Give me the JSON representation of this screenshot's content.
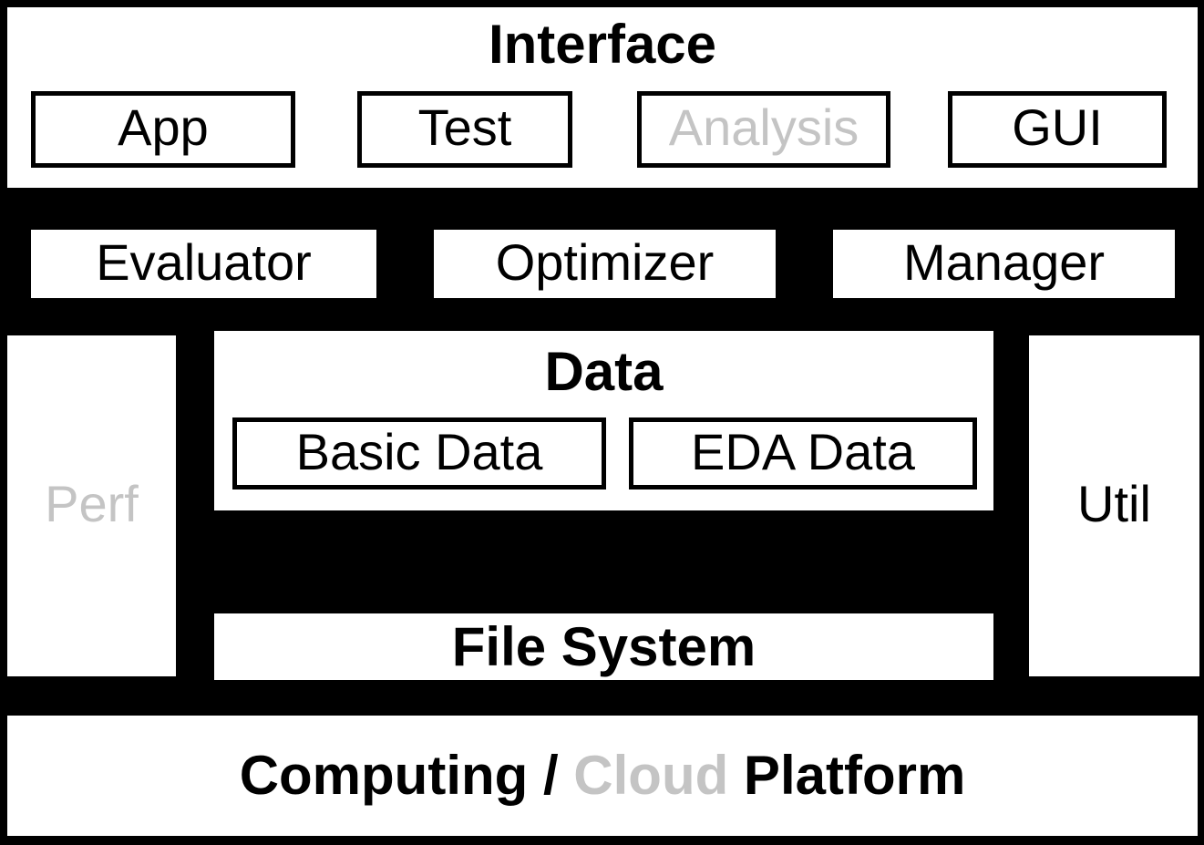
{
  "colors": {
    "background": "#000000",
    "panel_fill": "#ffffff",
    "text": "#000000",
    "muted_text": "#c4c4c4"
  },
  "interface_layer": {
    "title": "Interface",
    "boxes": [
      {
        "label": "App",
        "muted": false
      },
      {
        "label": "Test",
        "muted": false
      },
      {
        "label": "Analysis",
        "muted": true
      },
      {
        "label": "GUI",
        "muted": false
      }
    ]
  },
  "middleware_row": {
    "boxes": [
      {
        "label": "Evaluator"
      },
      {
        "label": "Optimizer"
      },
      {
        "label": "Manager"
      }
    ]
  },
  "core_section": {
    "perf_column": {
      "label": "Perf",
      "muted": true
    },
    "util_column": {
      "label": "Util",
      "muted": false
    },
    "data_panel": {
      "title": "Data",
      "boxes": [
        {
          "label": "Basic Data"
        },
        {
          "label": "EDA Data"
        }
      ]
    },
    "file_system": {
      "title": "File System"
    }
  },
  "platform_bar": {
    "segments": [
      {
        "text": "Computing / ",
        "muted": false
      },
      {
        "text": "Cloud",
        "muted": true
      },
      {
        "text": " Platform",
        "muted": false
      }
    ]
  }
}
